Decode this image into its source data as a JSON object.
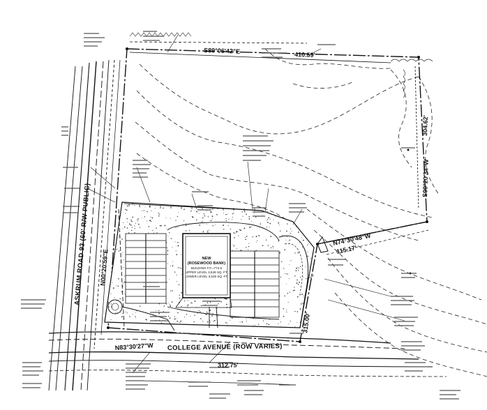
{
  "bearings": {
    "north_bearing": "S89°06'42\"E",
    "north_distance": "410.59'",
    "east_bearing": "S00°20'34\"W",
    "east_distance": "304.62'",
    "southeast_bearing": "N74°30'48\"W",
    "southeast_distance": "115.17'",
    "south_bearing": "N83°30'27\"W",
    "south_distance": "312.75'",
    "west_bearing": "N00°20'59\"E",
    "west_distance": "315.00'"
  },
  "streets": {
    "west_road": "ASKRUM ROAD 93 (60' R/W PUBLIC)",
    "south_road": "COLLEGE AVENUE (ROW VARIES)"
  },
  "building": {
    "line1": "NEW",
    "line2": "(ROSEWOOD BANK)",
    "line3": "BUILDING F.F.=774.5",
    "line4": "UPPER LEVEL 3,528 SQ. FT.",
    "line5": "LOWER LEVEL 3,528 SQ. FT."
  },
  "colors": {
    "ink": "#111111",
    "paper": "#ffffff"
  }
}
